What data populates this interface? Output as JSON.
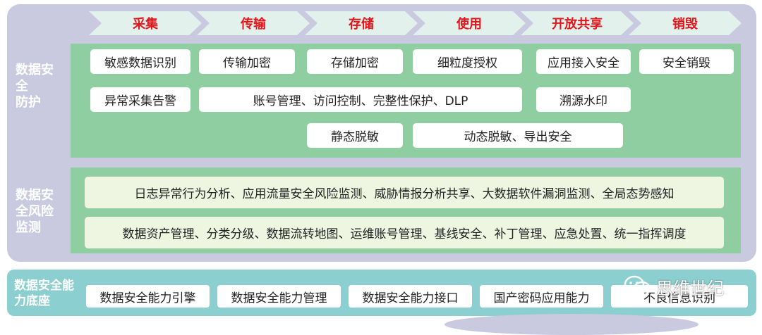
{
  "colors": {
    "stage_text": "#e4161b",
    "outer_background": "#c9c9e0",
    "panel_green": "#8fcea0",
    "bottom_teal": "#8ccfd0",
    "bar_background": "#eef6e2"
  },
  "stages": [
    "采集",
    "传输",
    "存储",
    "使用",
    "开放共享",
    "销毁"
  ],
  "sections": {
    "protection": {
      "label": "数据安全防护",
      "boxes": {
        "sensitive_identify": "敏感数据识别",
        "abnormal_alert": "异常采集告警",
        "transport_encrypt": "传输加密",
        "account_mgmt": "账号管理、访问控制、完整性保护、DLP",
        "storage_encrypt": "存储加密",
        "static_mask": "静态脱敏",
        "fine_grained_auth": "细粒度授权",
        "dynamic_mask": "动态脱敏、导出安全",
        "app_access_security": "应用接入安全",
        "trace_watermark": "溯源水印",
        "secure_destroy": "安全销毁"
      }
    },
    "monitoring": {
      "label": "数据安全风险监测",
      "bars": [
        "日志异常行为分析、应用流量安全风险监测、威胁情报分析共享、大数据软件漏洞监测、全局态势感知",
        "数据资产管理、分类分级、数据流转地图、运维账号管理、基线安全、补丁管理、应急处置、统一指挥调度"
      ]
    },
    "base": {
      "label": "数据安全能力底座",
      "boxes": [
        "数据安全能力引擎",
        "数据安全能力管理",
        "数据安全能力接口",
        "国产密码应用能力",
        "不良信息识别"
      ]
    }
  },
  "watermark": {
    "text": "思维世纪",
    "icon": "wechat-icon"
  }
}
